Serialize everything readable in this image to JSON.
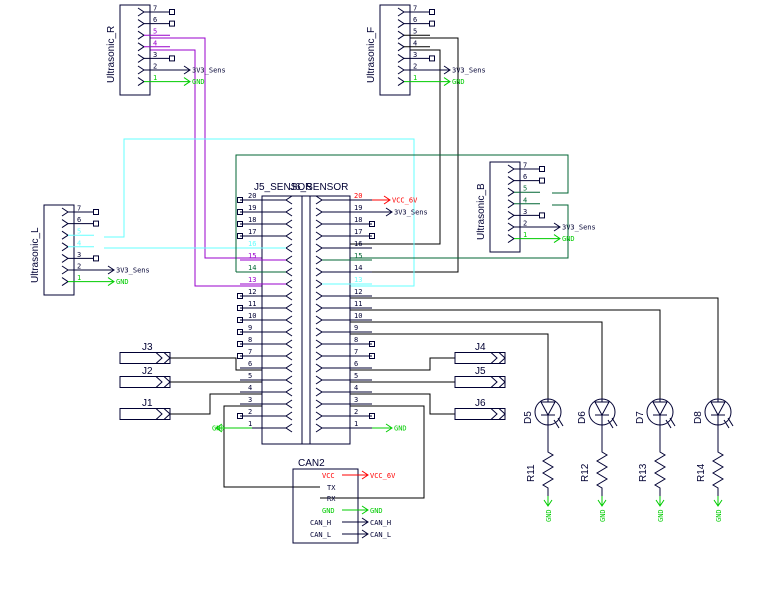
{
  "colors": {
    "ink": "#000033",
    "net_red": "#ff0000",
    "net_green": "#00cc00",
    "wire_purple": "#9900cc",
    "wire_cyan": "#66ffff",
    "wire_green": "#006633",
    "wire_black": "#000000"
  },
  "nets": {
    "vcc6v": "VCC_6V",
    "v3sens": "3V3_Sens",
    "gnd": "GND",
    "can_h": "CAN_H",
    "can_l": "CAN_L"
  },
  "sensors": {
    "ur": {
      "ref": "Ultrasonic_R",
      "pins": [
        "7",
        "6",
        "5",
        "4",
        "3",
        "2",
        "1"
      ]
    },
    "uf": {
      "ref": "Ultrasonic_F",
      "pins": [
        "7",
        "6",
        "5",
        "4",
        "3",
        "2",
        "1"
      ]
    },
    "ul": {
      "ref": "Ultrasonic_L",
      "pins": [
        "7",
        "6",
        "5",
        "4",
        "3",
        "2",
        "1"
      ]
    },
    "ub": {
      "ref": "Ultrasonic_B",
      "pins": [
        "7",
        "6",
        "5",
        "4",
        "3",
        "2",
        "1"
      ]
    }
  },
  "headers": {
    "j5": {
      "ref": "J5_SENSOR",
      "pins": [
        "20",
        "19",
        "18",
        "17",
        "16",
        "15",
        "14",
        "13",
        "12",
        "11",
        "10",
        "9",
        "8",
        "7",
        "6",
        "5",
        "4",
        "3",
        "2",
        "1"
      ]
    },
    "j6": {
      "ref": "J6_SENSOR",
      "pins": [
        "20",
        "19",
        "18",
        "17",
        "16",
        "15",
        "14",
        "13",
        "12",
        "11",
        "10",
        "9",
        "8",
        "7",
        "6",
        "5",
        "4",
        "3",
        "2",
        "1"
      ]
    }
  },
  "jumpers": {
    "left": [
      "J3",
      "J2",
      "J1"
    ],
    "right": [
      "J4",
      "J5",
      "J6"
    ]
  },
  "leds": [
    "D5",
    "D6",
    "D7",
    "D8"
  ],
  "resistors": [
    "R11",
    "R12",
    "R13",
    "R14"
  ],
  "can": {
    "ref": "CAN2",
    "pins": [
      "VCC",
      "TX",
      "RX",
      "GND",
      "CAN_H",
      "CAN_L"
    ]
  }
}
